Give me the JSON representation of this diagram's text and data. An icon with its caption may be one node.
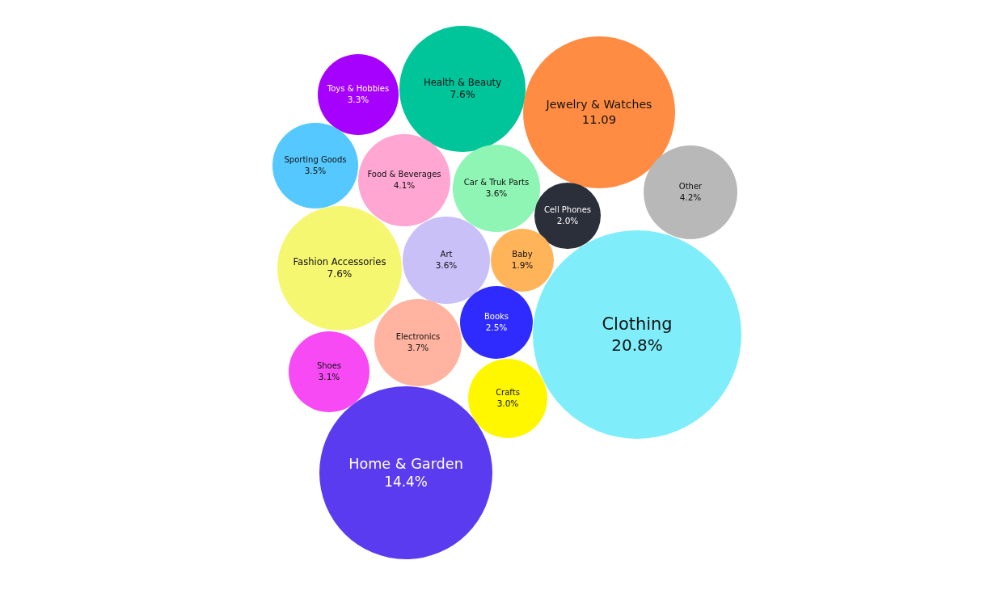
{
  "diagram": {
    "nodes": [
      {
        "text": [
          "Health & Beauty",
          "7.6%"
        ]
      },
      {
        "text": [
          "Jewelry & Watches",
          "11.09"
        ]
      },
      {
        "text": [
          "Toys & Hobbies",
          "3.3%"
        ]
      },
      {
        "text": [
          "Sporting Goods",
          "3.5%"
        ]
      },
      {
        "text": [
          "Food & Beverages",
          "4.1%"
        ]
      },
      {
        "text": [
          "Car & Truk Parts",
          "3.6%"
        ]
      },
      {
        "text": [
          "Other",
          "4.2%"
        ]
      },
      {
        "text": [
          "Cell Phones",
          "2.0%"
        ]
      },
      {
        "text": [
          "Fashion Accessories",
          "7.6%"
        ]
      },
      {
        "text": [
          "Art",
          "3.6%"
        ]
      },
      {
        "text": [
          "Baby",
          "1.9%"
        ]
      },
      {
        "text": [
          "Clothing",
          "20.8%"
        ]
      },
      {
        "text": [
          "Books",
          "2.5%"
        ]
      },
      {
        "text": [
          "Electronics",
          "3.7%"
        ]
      },
      {
        "text": [
          "Shoes",
          "3.1%"
        ]
      },
      {
        "text": [
          "Crafts",
          "3.0%"
        ]
      },
      {
        "text": [
          "Home & Garden",
          "14.4%"
        ]
      }
    ]
  }
}
